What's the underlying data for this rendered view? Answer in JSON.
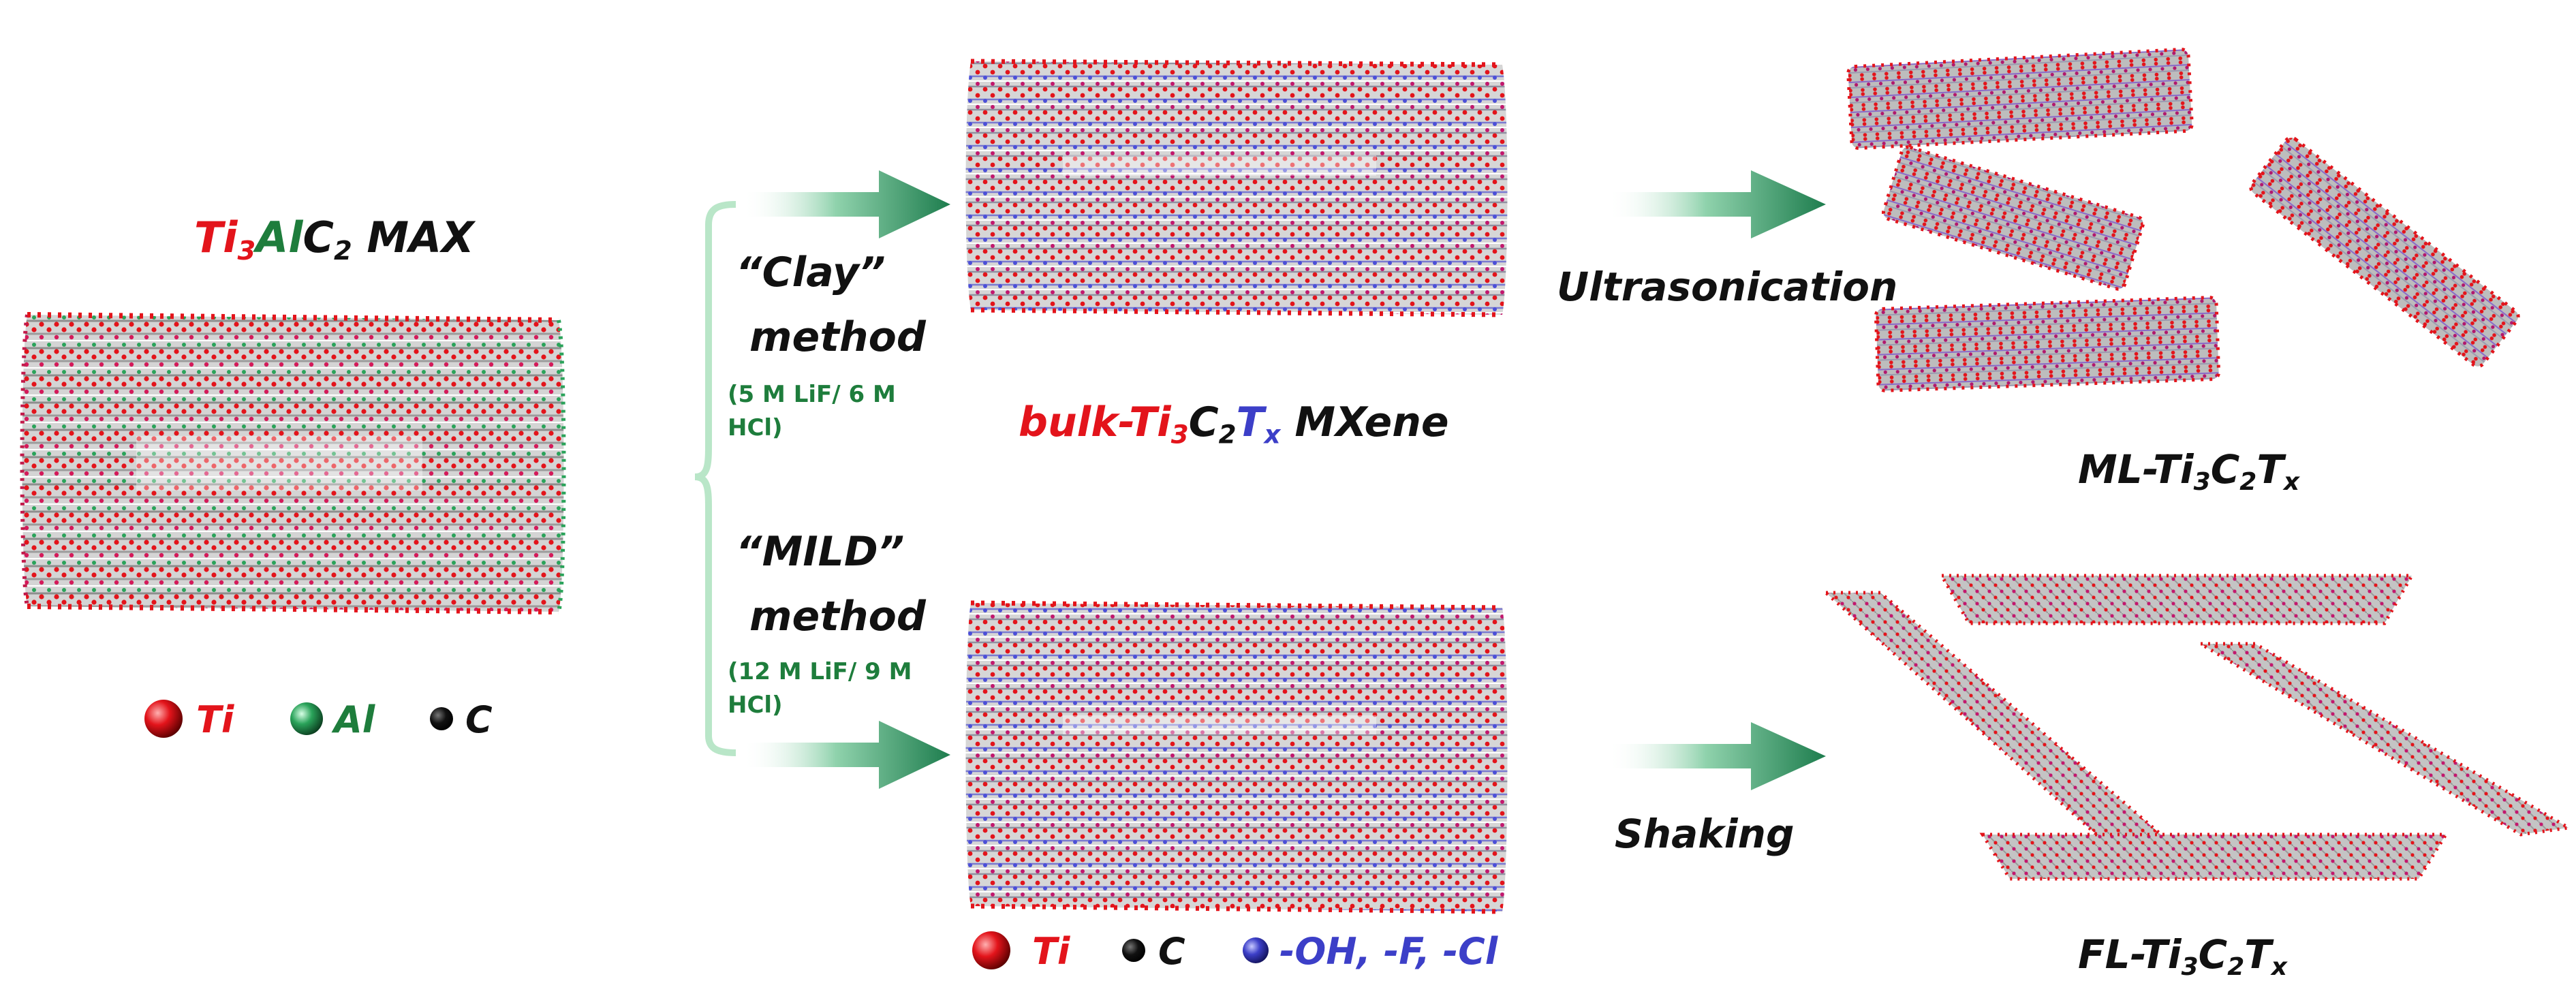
{
  "max_title": {
    "ti": "Ti",
    "ti_sub": "3",
    "al": "Al",
    "c": "C",
    "c_sub": "2",
    "rest": "MAX"
  },
  "legend_max": {
    "ti": "Ti",
    "al": "Al",
    "c": "C"
  },
  "clay": {
    "line1": "“Clay”",
    "line2": "method",
    "cond1": "(5 M LiF/ 6 M",
    "cond2": "HCl)"
  },
  "mild": {
    "line1": "“MILD”",
    "line2": "method",
    "cond1": "(12 M LiF/ 9 M",
    "cond2": "HCl)"
  },
  "bulk_label": {
    "prefix": "bulk-Ti",
    "ti_sub": "3",
    "c": "C",
    "c_sub": "2",
    "t": "T",
    "t_sub": "x",
    "rest": "MXene"
  },
  "legend_mxene": {
    "ti": "Ti",
    "c": "C",
    "groups": "-OH, -F, -Cl"
  },
  "step_top": "Ultrasonication",
  "step_bottom": "Shaking",
  "ml_label": {
    "prefix": "ML-Ti",
    "ti_sub": "3",
    "c": "C",
    "c_sub": "2",
    "t": "T",
    "t_sub": "x"
  },
  "fl_label": {
    "prefix": "FL-Ti",
    "ti_sub": "3",
    "c": "C",
    "c_sub": "2",
    "t": "T",
    "t_sub": "x"
  },
  "colors": {
    "ti": "#e3141b",
    "al": "#2aa35a",
    "c": "#111111",
    "termination": "#3c3fc8",
    "arrow": "#1e7d4e"
  }
}
